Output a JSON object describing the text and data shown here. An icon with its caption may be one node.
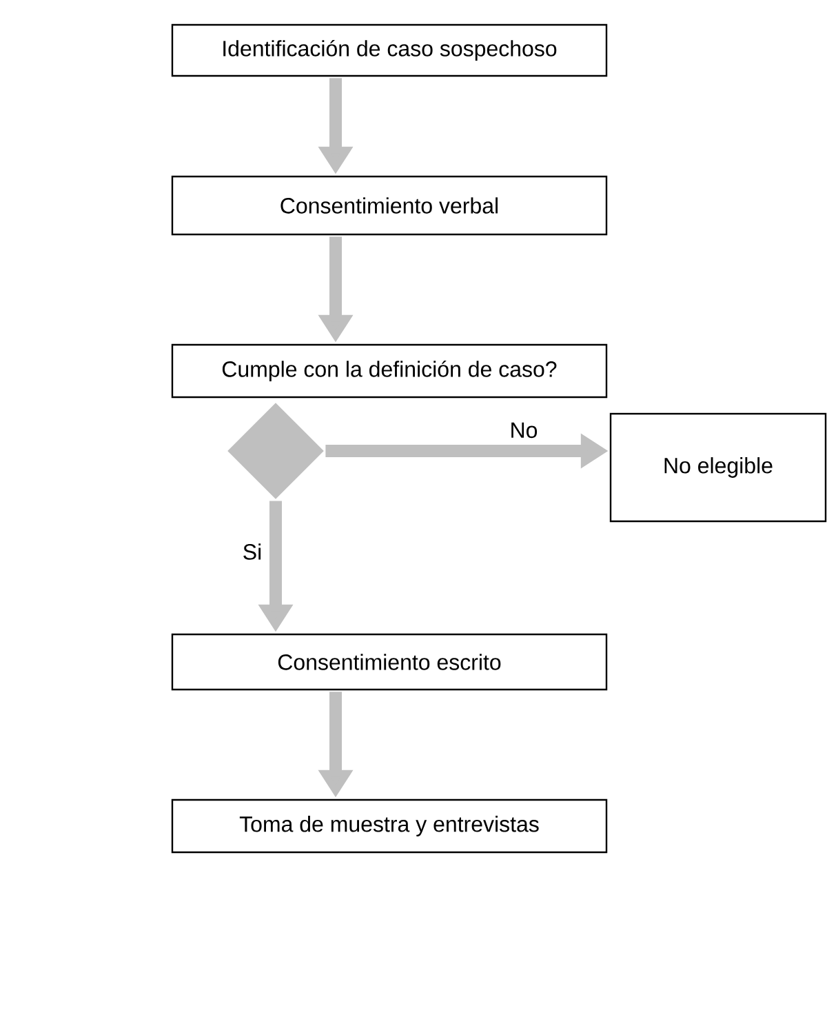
{
  "diagram": {
    "nodes": [
      {
        "text": [
          "Identificación de caso sospechoso"
        ]
      },
      {
        "text": [
          "Consentimiento verbal"
        ]
      },
      {
        "text": [
          "Cumple con la definición de caso?"
        ]
      },
      {
        "text": [],
        "shape": "diamond"
      },
      {
        "text": [
          "No elegible"
        ]
      },
      {
        "text": [
          "Consentimiento escrito"
        ]
      },
      {
        "text": [
          "Toma de muestra y entrevistas"
        ]
      }
    ],
    "edges": [
      {
        "from": 0,
        "to": 1,
        "arrow": "to"
      },
      {
        "from": 1,
        "to": 2,
        "arrow": "to"
      },
      {
        "from": 3,
        "to": 4,
        "arrow": "to",
        "label": "No"
      },
      {
        "from": 3,
        "to": 5,
        "arrow": "to",
        "label": "Si"
      },
      {
        "from": 5,
        "to": 6,
        "arrow": "to"
      }
    ]
  }
}
